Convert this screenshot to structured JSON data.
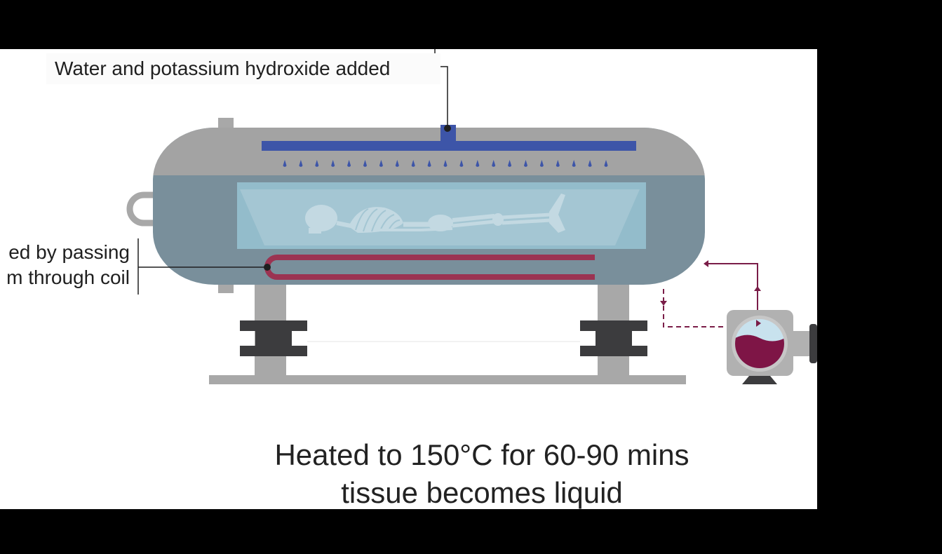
{
  "labels": {
    "top": "Water and potassium hydroxide added",
    "left_line1": "ed by passing",
    "left_line2": "m through coil"
  },
  "caption": {
    "line1": "Heated to 150°C for 60-90 mins",
    "line2": "tissue becomes liquid"
  },
  "colors": {
    "tank_grey": "#a3a3a3",
    "tank_blue": "#798f9b",
    "chamber": "#93bccb",
    "sprayer": "#3d55a8",
    "coil": "#9b3352",
    "liquid": "#7e1546",
    "flow_line": "#7a1d48",
    "feet": "#3c3c3e",
    "skeleton": "#c3d9e2"
  }
}
